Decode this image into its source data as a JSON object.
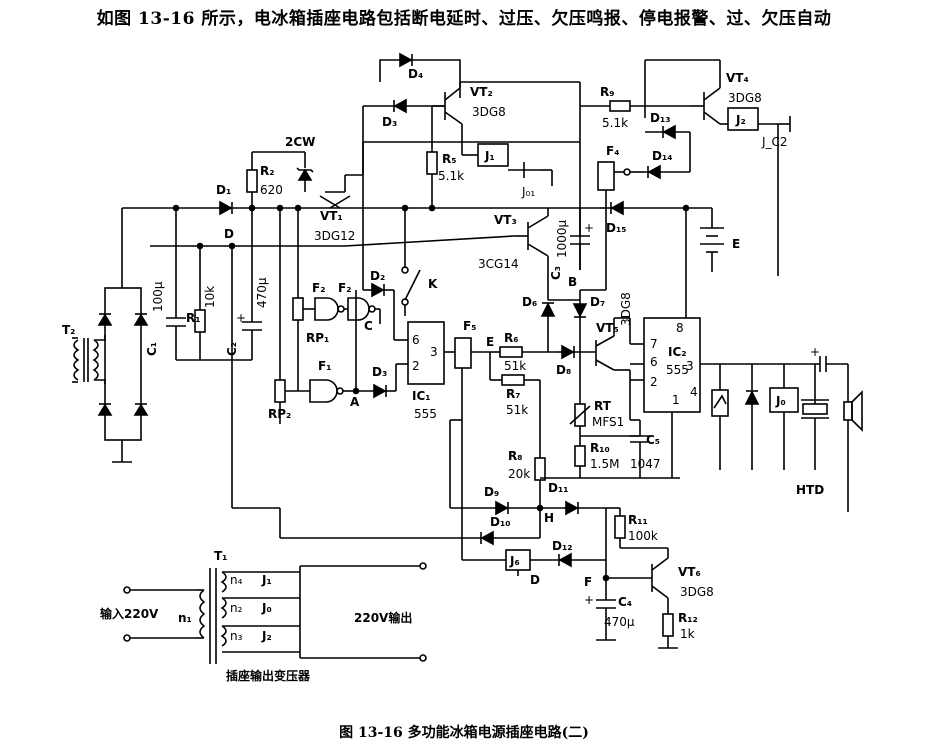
{
  "header": "如图 13-16 所示，电冰箱插座电路包括断电延时、过压、欠压鸣报、停电报警、过、欠压自动",
  "caption": "图 13-16   多功能冰箱电源插座电路(二)",
  "labels": {
    "T2": "T₂",
    "C1": "C₁",
    "C1_val": "100μ",
    "R1": "R₁",
    "R1_val": "10k",
    "C2": "C₂",
    "C2_val": "470μ",
    "D1": "D₁",
    "D": "D",
    "R2": "R₂",
    "R2_val": "620",
    "zener": "2CW",
    "VT1": "VT₁",
    "VT1_type": "3DG12",
    "D4": "D₄",
    "D3_top": "D₃",
    "VT2": "VT₂",
    "VT2_type": "3DG8",
    "R5": "R₅",
    "R5_val": "5.1k",
    "J1_relay": "J₁",
    "J01": "J₀₁",
    "R9": "R₉",
    "R9_val": "5.1k",
    "D13": "D₁₃",
    "D14": "D₁₄",
    "VT4": "VT₄",
    "VT4_type": "3DG8",
    "J2_relay": "J₂",
    "JC2": "J_C2",
    "F4": "F₄",
    "VT3": "VT₃",
    "VT3_type": "3CG14",
    "C3": "C₃",
    "C3_val": "1000μ",
    "D15": "D₁₅",
    "E_batt": "E",
    "K": "K",
    "F2a": "F₂",
    "F2b": "F₂",
    "RP1": "RP₁",
    "D2": "D₂",
    "C_node": "C",
    "F1": "F₁",
    "RP2": "RP₂",
    "A": "A",
    "D3": "D₃",
    "IC1_pin6": "6",
    "IC1_pin2": "2",
    "IC1_pin3": "3",
    "IC1": "IC₁",
    "IC1_type": "555",
    "F5": "F₅",
    "E_node": "E",
    "R6": "R₆",
    "R6_val": "51k",
    "R7": "R₇",
    "R7_val": "51k",
    "D6": "D₆",
    "D7": "D₇",
    "D7_type": "3DG8",
    "B_node": "B",
    "D8": "D₈",
    "VT5": "VT₅",
    "IC2_pin8": "8",
    "IC2_pin7": "7",
    "IC2_pin6": "6",
    "IC2_pin2": "2",
    "IC2_pin1": "1",
    "IC2_pin3": "3",
    "IC2_pin4": "4",
    "IC2": "IC₂",
    "IC2_type": "555",
    "RT": "RT",
    "RT_type": "MFS1",
    "R10": "R₁₀",
    "R10_val": "1.5M",
    "C5": "C₅",
    "C5_val": "1047",
    "J0_relay": "J₀",
    "HTD": "HTD",
    "R8": "R₈",
    "R8_val": "20k",
    "D9": "D₉",
    "D11": "D₁₁",
    "D10": "D₁₀",
    "H_node": "H",
    "R11": "R₁₁",
    "R11_val": "100k",
    "J6": "J₆",
    "D_node2": "D",
    "D12": "D₁₂",
    "F_node": "F",
    "VT6": "VT₆",
    "VT6_type": "3DG8",
    "C4": "C₄",
    "C4_val": "470μ",
    "R12": "R₁₂",
    "R12_val": "1k",
    "T1": "T₁",
    "n4": "n₄",
    "n2": "n₂",
    "n3": "n₃",
    "n1": "n₁",
    "J1_contact": "J₁",
    "J0_contact": "J₀",
    "J2_contact": "J₂",
    "input": "输入220V",
    "output": "220V输出",
    "transformer_caption": "插座输出变压器"
  }
}
